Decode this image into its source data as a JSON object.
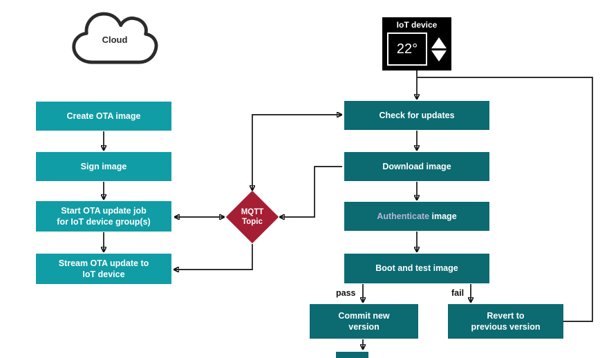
{
  "palette": {
    "cloud_steps_teal": "#119da5",
    "device_steps_teal": "#0c6a71",
    "mqtt_red": "#a51e33",
    "device_panel_black": "#000000",
    "authenticate_accent": "#b9b6d6",
    "arrow_black": "#111111"
  },
  "cloud": {
    "label": "Cloud"
  },
  "iot_device": {
    "title": "IoT device",
    "temperature": "22°"
  },
  "left_steps": [
    {
      "label": "Create OTA image"
    },
    {
      "label": "Sign image"
    },
    {
      "label": "Start OTA update job\nfor IoT device group(s)"
    },
    {
      "label": "Stream OTA update to\nIoT device"
    }
  ],
  "mqtt": {
    "label": "MQTT\nTopic"
  },
  "right_steps": [
    {
      "label": "Check for updates"
    },
    {
      "label": "Download image"
    },
    {
      "accent": "Authenticate",
      "rest": " image"
    },
    {
      "label": "Boot and test image"
    }
  ],
  "outcomes": {
    "pass_label": "pass",
    "fail_label": "fail",
    "commit_label": "Commit new\nversion",
    "revert_label": "Revert to\nprevious version"
  }
}
